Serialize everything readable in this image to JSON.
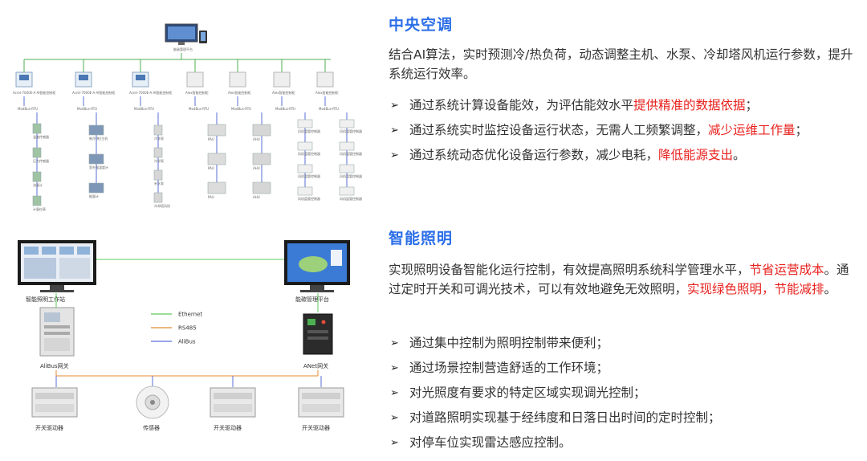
{
  "hvac": {
    "title": "中央空调",
    "intro": "结合AI算法，实时预测冷/热负荷，动态调整主机、水泵、冷却塔风机运行参数，提升系统运行效率。",
    "bullets": [
      {
        "plain": "通过系统计算设备能效，为评估能效水平",
        "highlight": "提供精准的数据依据",
        "suffix": "；"
      },
      {
        "plain": "通过系统实时监控设备运行状态，无需人工频繁调整，",
        "highlight": "减少运维工作量",
        "suffix": "；"
      },
      {
        "plain": "通过系统动态优化设备运行参数，减少电耗，",
        "highlight": "降低能源支出",
        "suffix": "。"
      }
    ]
  },
  "lighting": {
    "title": "智能照明",
    "intro_a": "实现照明设备智能化运行控制，有效提高照明系统科学管理水平，",
    "intro_h1": "节省运营成本",
    "intro_b": "。通过定时开关和可调光技术，可以有效地避免无效照明，",
    "intro_h2": "实现绿色照明，节能减排",
    "intro_c": "。",
    "bullets": [
      "通过集中控制为照明控制带来便利；",
      "通过场景控制营造舒适的工作环境；",
      "对光照度有要求的特定区域实现调光控制；",
      "对道路照明实现基于经纬度和日落日出时间的定时控制；",
      "对停车位实现雷达感应控制。"
    ]
  },
  "diagram_top": {
    "platform": "能碳管理平台",
    "row1_devices": [
      "Acrel-7000E-A AI智能控制柜",
      "Acrel-7000E-A AI智能控制柜",
      "Acrel-7000E-A AI智能控制柜"
    ],
    "row1_boxes": [
      "Alex智能控制柜",
      "Alex智能控制柜",
      "Alex智能控制柜",
      "Alex智能控制柜"
    ],
    "bus_label": "ModBus-RTU",
    "col1": [
      "温度传感器",
      "压力传感器",
      "流量计",
      "计量仪表"
    ],
    "col2": [
      "制冷(热)主机",
      "室外温湿度计",
      "能量计"
    ],
    "col3": [
      "冷冻泵",
      "冷却泵",
      "补水泵",
      "冷却塔风机"
    ],
    "col4": [
      "PAU",
      "PAU",
      "PAU"
    ],
    "col5": [
      "AHU",
      "AHU",
      "AHU"
    ],
    "col6": [
      "风机盘管控制器",
      "风机盘管控制器",
      "风机盘管控制器",
      "风机盘管控制器"
    ],
    "col7": [
      "风机盘管控制器",
      "风机盘管控制器",
      "风机盘管控制器",
      "风机盘管控制器"
    ]
  },
  "diagram_bottom": {
    "workstation": "智能照明工作站",
    "platform": "能碳管理平台",
    "legend": [
      "Ethernet",
      "RS485",
      "AliBus"
    ],
    "legend_colors": [
      "#5cc85c",
      "#e58a2e",
      "#5a6fd6"
    ],
    "gateway_left": "AliBus网关",
    "gateway_right": "ANet网关",
    "bottom_devices": [
      "开关驱动器",
      "传感器",
      "开关驱动器",
      "开关驱动器"
    ]
  }
}
